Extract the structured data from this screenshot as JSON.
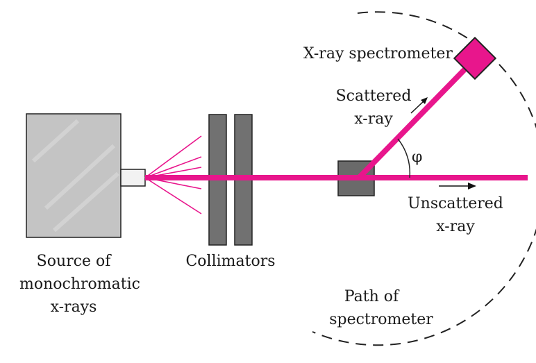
{
  "labels": {
    "source_line1": "Source of",
    "source_line2": "monochromatic",
    "source_line3": "x-rays",
    "collimators": "Collimators",
    "spectrometer": "X-ray spectrometer",
    "scattered_line1": "Scattered",
    "scattered_line2": "x-ray",
    "unscattered_line1": "Unscattered",
    "unscattered_line2": "x-ray",
    "path_line1": "Path of",
    "path_line2": "spectrometer",
    "angle_symbol": "φ"
  },
  "colors": {
    "beam": "#e8168c",
    "source_fill": "#c4c4c4",
    "collimator_fill": "#717171",
    "target_fill": "#6a6a6a",
    "outline": "#222222"
  }
}
